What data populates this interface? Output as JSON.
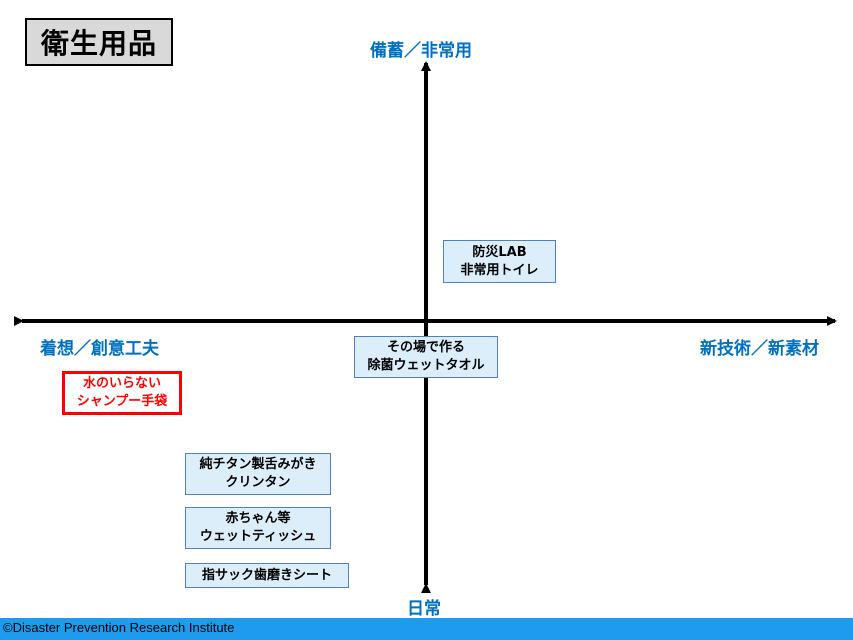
{
  "title": "衛生用品",
  "axes": {
    "top": "備蓄／非常用",
    "bottom": "日常",
    "left": "着想／創意工夫",
    "right": "新技術／新素材"
  },
  "items": [
    {
      "line1": "防災LAB",
      "line2": "非常用トイレ"
    },
    {
      "line1": "その場で作る",
      "line2": "除菌ウェットタオル"
    },
    {
      "line1": "水のいらない",
      "line2": "シャンプー手袋"
    },
    {
      "line1": "純チタン製舌みがき",
      "line2": "クリンタン"
    },
    {
      "line1": "赤ちゃん等",
      "line2": "ウェットティッシュ"
    },
    {
      "line1": "指サック歯磨きシート"
    }
  ],
  "footer": "©Disaster Prevention Research Institute"
}
